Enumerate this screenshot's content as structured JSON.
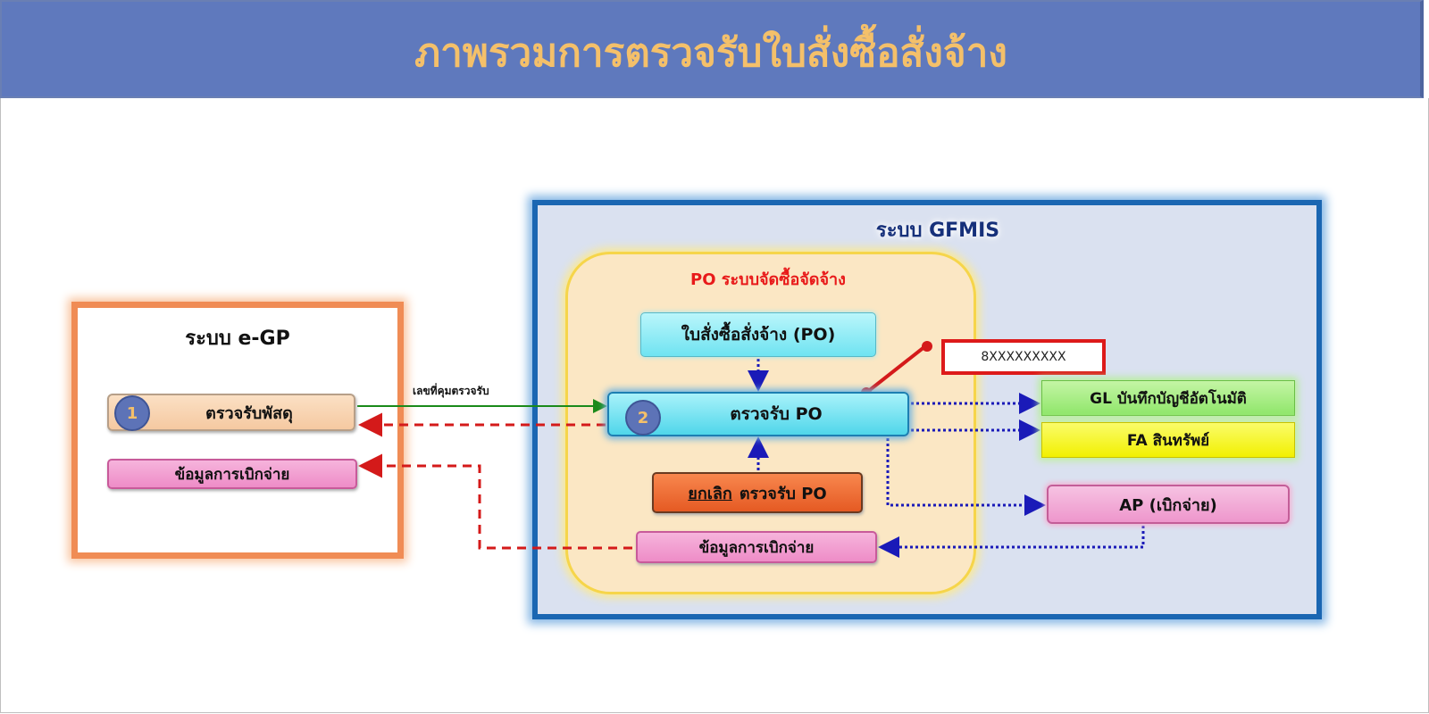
{
  "title": "ภาพรวมการตรวจรับใบสั่งซื้อสั่งจ้าง",
  "egp": {
    "title": "ระบบ e-GP",
    "inspect_badge": "1",
    "inspect_label": "ตรวจรับพัสดุ",
    "payment_label": "ข้อมูลการเบิกจ่าย"
  },
  "gfmis": {
    "title": "ระบบ GFMIS",
    "po_system": {
      "title": "PO ระบบจัดซื้อจัดจ้าง",
      "po_doc_label": "ใบสั่งซื้อสั่งจ้าง (PO)",
      "inspect_badge": "2",
      "inspect_label": "ตรวจรับ PO",
      "cancel_word": "ยกเลิก",
      "cancel_rest": "ตรวจรับ PO",
      "payment_label": "ข้อมูลการเบิกจ่าย"
    },
    "doc_number": "8XXXXXXXXX",
    "gl_label": "GL บันทึกบัญชีอัตโนมัติ",
    "fa_label": "FA สินทรัพย์",
    "ap_label": "AP (เบิกจ่าย)"
  },
  "arrow_label": "เลขที่คุมตรวจรับ",
  "colors": {
    "title_bar": "#5f79bd",
    "title_text": "#f4c06a",
    "egp_border": "#f08c55",
    "gfmis_border": "#1a66b2",
    "po_border": "#f6d54a",
    "flow_solid": "#1a8a1a",
    "flow_dotted": "#1a1ab8",
    "flow_dashed": "#d41a1a"
  }
}
